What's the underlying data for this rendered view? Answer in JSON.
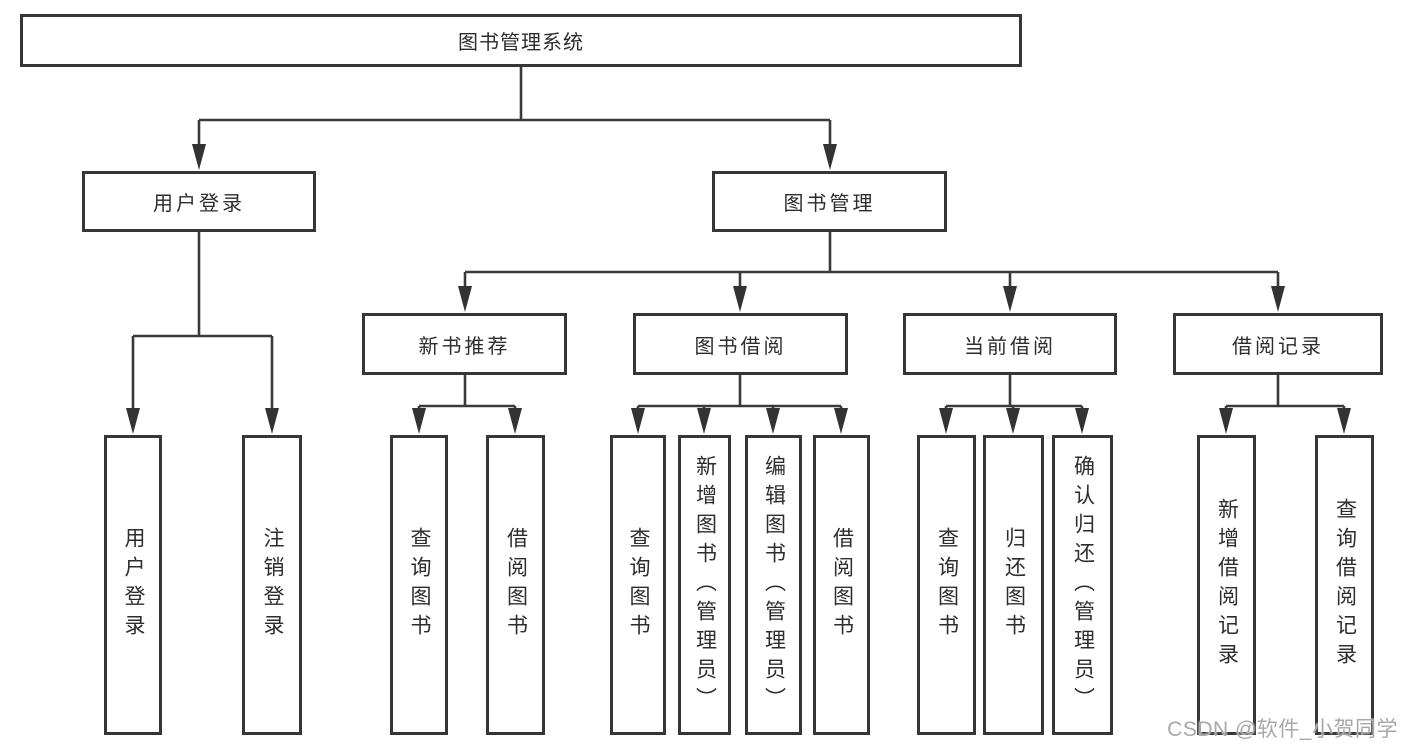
{
  "tree": {
    "root": {
      "label": "图书管理系统"
    },
    "branches": [
      {
        "label": "用户登录",
        "children": [
          {
            "label": "用户登录"
          },
          {
            "label": "注销登录"
          }
        ]
      },
      {
        "label": "图书管理",
        "children": [
          {
            "label": "新书推荐",
            "children": [
              {
                "label": "查询图书"
              },
              {
                "label": "借阅图书"
              }
            ]
          },
          {
            "label": "图书借阅",
            "children": [
              {
                "label": "查询图书"
              },
              {
                "label": "新增图书（管理员）"
              },
              {
                "label": "编辑图书（管理员）"
              },
              {
                "label": "借阅图书"
              }
            ]
          },
          {
            "label": "当前借阅",
            "children": [
              {
                "label": "查询图书"
              },
              {
                "label": "归还图书"
              },
              {
                "label": "确认归还（管理员）"
              }
            ]
          },
          {
            "label": "借阅记录",
            "children": [
              {
                "label": "新增借阅记录"
              },
              {
                "label": "查询借阅记录"
              }
            ]
          }
        ]
      }
    ]
  },
  "watermark": {
    "text": "CSDN @软件_小贺同学"
  },
  "colors": {
    "background": "#ffffff",
    "box_fill": "#ffffff",
    "box_border": "#363636",
    "connector_line": "#3a3a3a",
    "arrowhead": "#333333",
    "text": "#2d2d2d",
    "watermark": "#a8a8a8"
  }
}
